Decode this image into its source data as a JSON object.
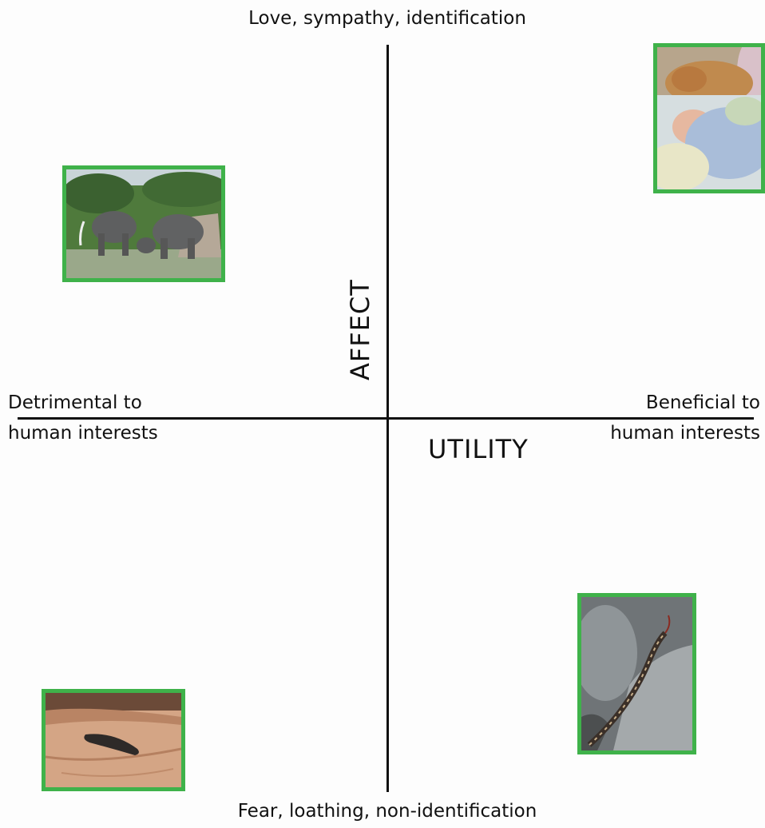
{
  "labels": {
    "top": "Love, sympathy, identification",
    "bottom": "Fear, loathing, non-identification",
    "left_line1": "Detrimental to",
    "left_line2": "human interests",
    "right_line1": "Beneficial to",
    "right_line2": "human interests",
    "x_axis_title": "UTILITY",
    "y_axis_title": "AFFECT"
  },
  "colors": {
    "axis": "#111111",
    "photo_border": "#3fb24a"
  },
  "photos": [
    {
      "subject": "sleeping baby with dog",
      "quadrant": "top-right"
    },
    {
      "subject": "elephants",
      "quadrant": "top-left"
    },
    {
      "subject": "snake on rock",
      "quadrant": "bottom-right"
    },
    {
      "subject": "leech on skin",
      "quadrant": "bottom-left"
    }
  ]
}
